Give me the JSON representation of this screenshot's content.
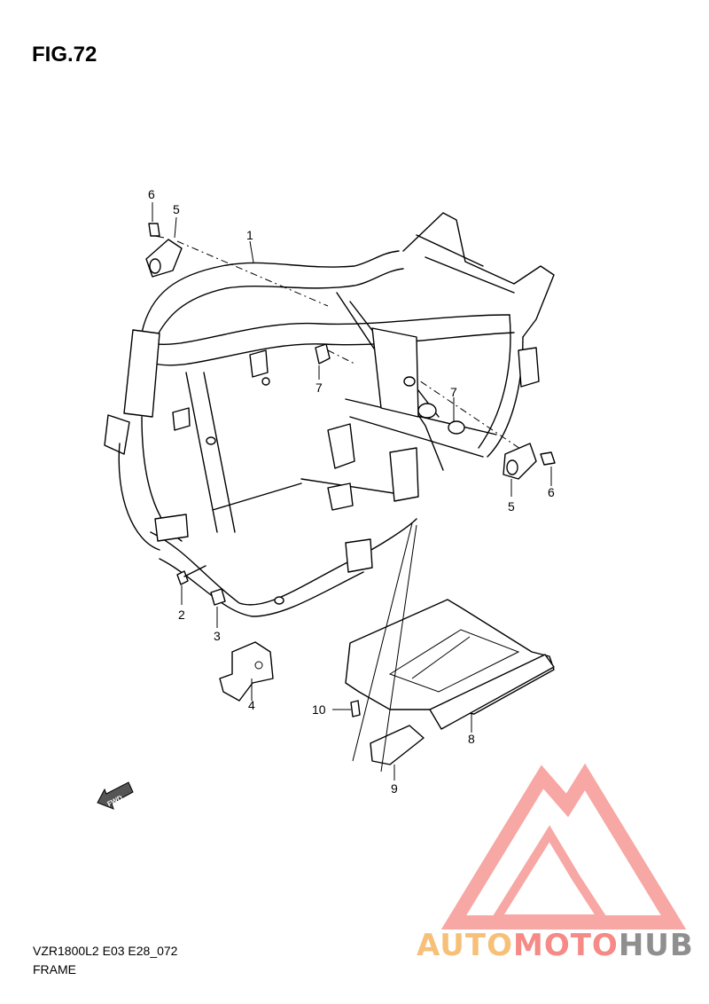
{
  "figure": {
    "title": "FIG.72",
    "code": "VZR1800L2 E03 E28_072",
    "name": "FRAME"
  },
  "callouts": [
    {
      "id": "c1",
      "label": "1"
    },
    {
      "id": "c2",
      "label": "2"
    },
    {
      "id": "c3",
      "label": "3"
    },
    {
      "id": "c4",
      "label": "4"
    },
    {
      "id": "c5a",
      "label": "5"
    },
    {
      "id": "c5b",
      "label": "5"
    },
    {
      "id": "c6a",
      "label": "6"
    },
    {
      "id": "c6b",
      "label": "6"
    },
    {
      "id": "c7a",
      "label": "7"
    },
    {
      "id": "c7b",
      "label": "7"
    },
    {
      "id": "c8",
      "label": "8"
    },
    {
      "id": "c9",
      "label": "9"
    },
    {
      "id": "c10",
      "label": "10"
    }
  ],
  "direction_arrow": {
    "label": "FWD"
  },
  "watermark": {
    "part1": "AUTO",
    "part2": "MOTO",
    "part3": "HUB",
    "colors": {
      "auto": "#f6c079",
      "moto": "#f58a86",
      "hub": "#8f8f8f",
      "logo": "#f58a86"
    }
  }
}
